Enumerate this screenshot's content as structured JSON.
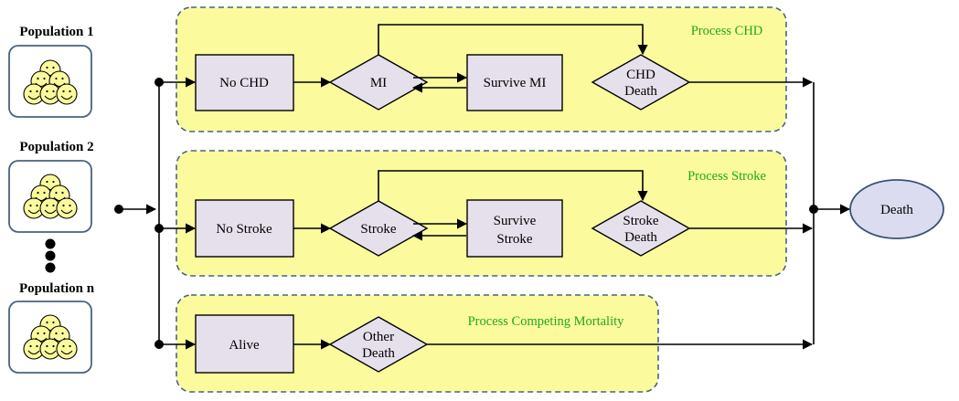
{
  "populations": [
    {
      "label": "Population 1"
    },
    {
      "label": "Population 2"
    },
    {
      "label": "Population n"
    }
  ],
  "processes": {
    "chd": {
      "title": "Process CHD",
      "start": "No CHD",
      "event": "MI",
      "survive": "Survive MI",
      "death_line1": "CHD",
      "death_line2": "Death"
    },
    "stroke": {
      "title": "Process Stroke",
      "start": "No Stroke",
      "event": "Stroke",
      "survive_line1": "Survive",
      "survive_line2": "Stroke",
      "death_line1": "Stroke",
      "death_line2": "Death"
    },
    "competing": {
      "title": "Process Competing Mortality",
      "start": "Alive",
      "death_line1": "Other",
      "death_line2": "Death"
    }
  },
  "outcome": {
    "label": "Death"
  },
  "colors": {
    "panel_fill": "#fbfb9e",
    "panel_border": "#4a6282",
    "process_title": "#1fa81f",
    "node_fill": "#e6e0ec",
    "death_fill": "#dcdcf0"
  }
}
